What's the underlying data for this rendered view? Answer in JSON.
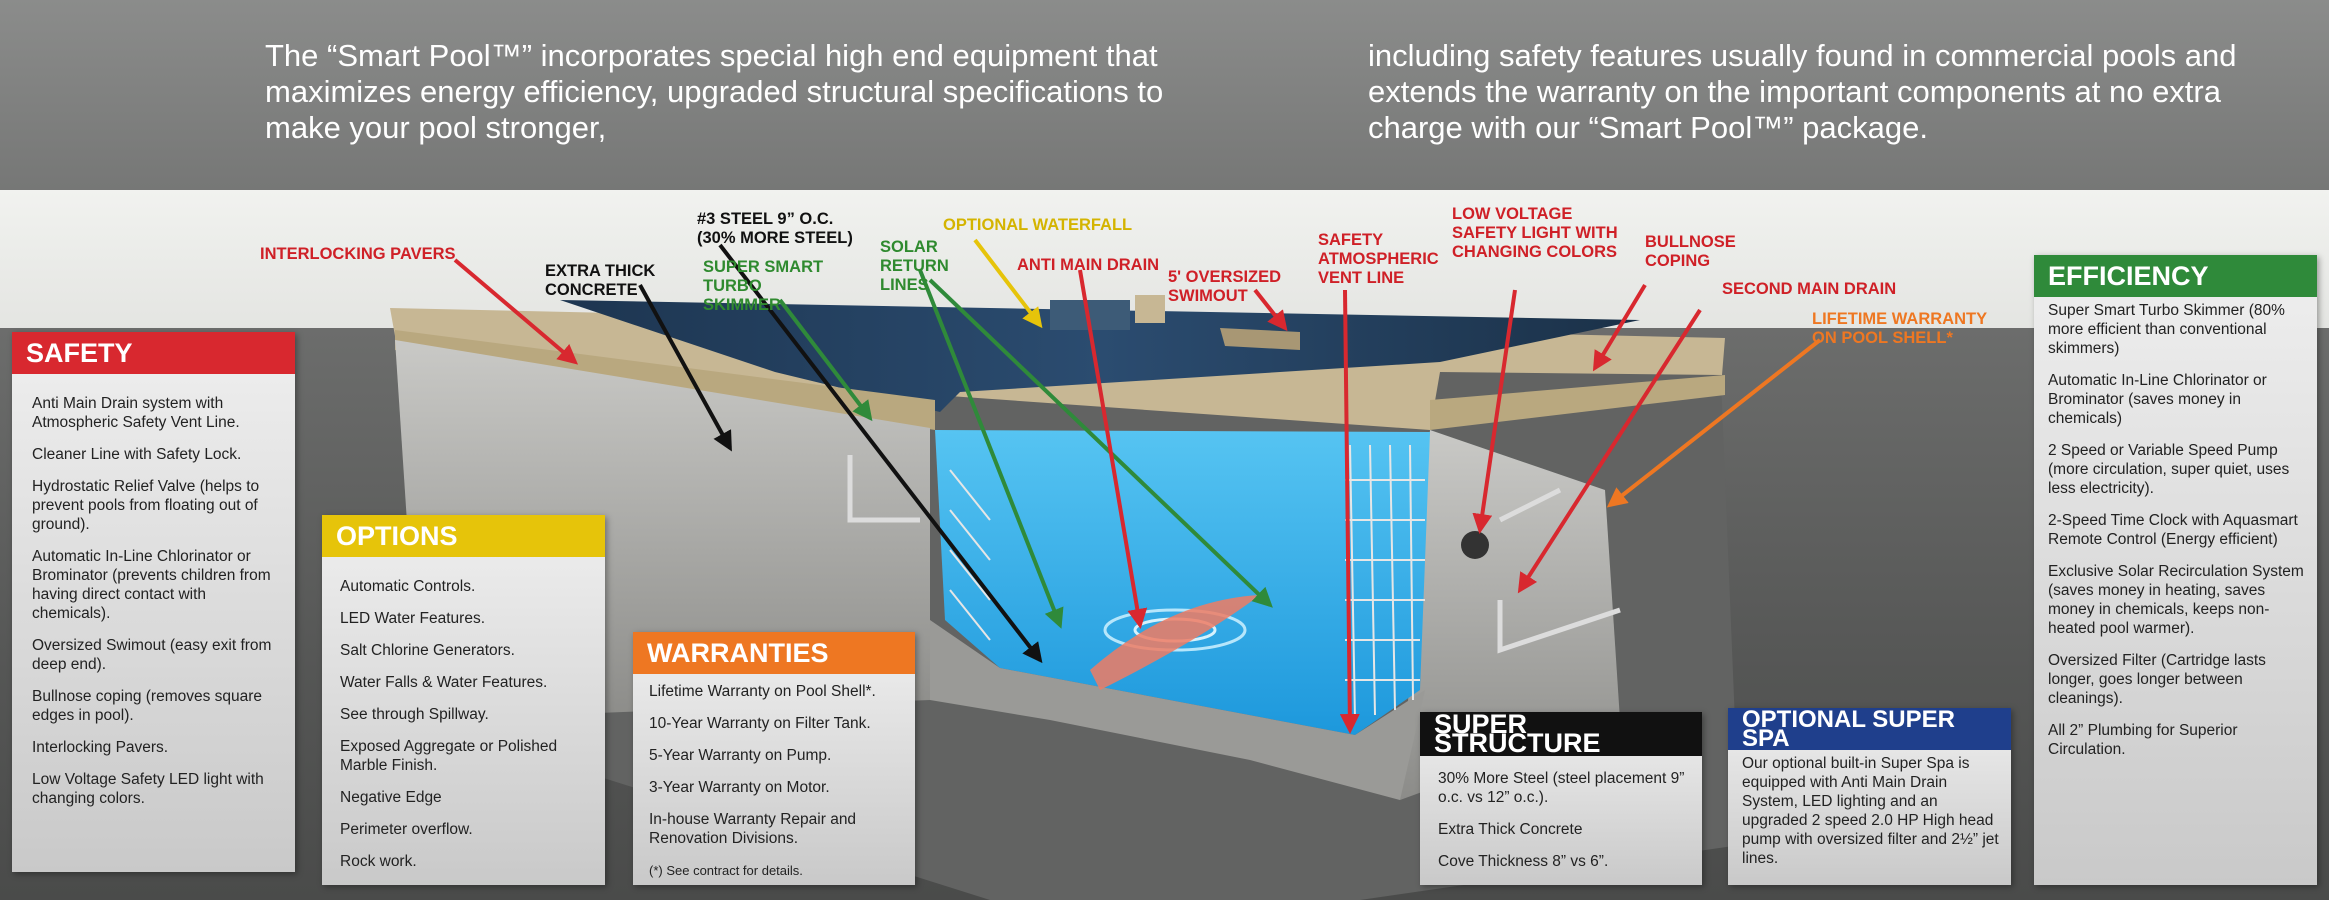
{
  "intro": {
    "left": "The “Smart Pool™” incorporates special high end equipment that maximizes energy efficiency, upgraded structural specifications to make your pool stronger,",
    "right": "including safety features usually found in commercial pools and extends the warranty on the important components at no extra charge with our “Smart Pool™” package."
  },
  "callouts": {
    "interlocking_pavers": "INTERLOCKING PAVERS",
    "extra_thick_concrete": "EXTRA THICK\nCONCRETE",
    "steel": "#3 STEEL 9” O.C.\n(30% MORE STEEL)",
    "skimmer": "SUPER SMART\nTURBO\nSKIMMER",
    "solar_return": "SOLAR\nRETURN\nLINES",
    "waterfall": "OPTIONAL WATERFALL",
    "anti_main_drain": "ANTI MAIN DRAIN",
    "swimout": "5' OVERSIZED\nSWIMOUT",
    "vent_line": "SAFETY\nATMOSPHERIC\nVENT LINE",
    "safety_light": "LOW VOLTAGE\nSAFETY LIGHT WITH\nCHANGING COLORS",
    "bullnose": "BULLNOSE\nCOPING",
    "second_main_drain": "SECOND MAIN DRAIN",
    "lifetime_warranty": "LIFETIME WARRANTY\nON POOL SHELL*"
  },
  "panels": {
    "safety": {
      "title": "SAFETY",
      "items": [
        "Anti Main Drain system with Atmospheric Safety Vent Line.",
        "Cleaner Line with Safety Lock.",
        "Hydrostatic Relief Valve (helps to prevent pools from floating out of ground).",
        "Automatic In-Line Chlorinator or Brominator (prevents children from having direct contact with chemicals).",
        "Oversized Swimout (easy exit from deep end).",
        "Bullnose coping (removes square edges in pool).",
        "Interlocking Pavers.",
        "Low Voltage Safety LED light with changing colors."
      ]
    },
    "options": {
      "title": "OPTIONS",
      "items": [
        "Automatic Controls.",
        "LED Water Features.",
        "Salt Chlorine Generators.",
        "Water Falls & Water Features.",
        "See through Spillway.",
        "Exposed Aggregate or Polished Marble Finish.",
        "Negative Edge",
        "Perimeter overflow.",
        "Rock work."
      ]
    },
    "warranties": {
      "title": "WARRANTIES",
      "items": [
        "Lifetime Warranty on Pool Shell*.",
        "10-Year Warranty on Filter Tank.",
        "5-Year Warranty on Pump.",
        "3-Year Warranty on Motor.",
        "In-house Warranty Repair and Renovation Divisions."
      ],
      "note": "(*) See contract for details."
    },
    "super_structure": {
      "title": "SUPER STRUCTURE",
      "items": [
        "30% More Steel (steel placement 9” o.c. vs 12” o.c.).",
        "Extra Thick Concrete",
        "Cove Thickness 8” vs 6”."
      ]
    },
    "super_spa": {
      "title": "OPTIONAL SUPER SPA",
      "text": "Our optional built-in Super Spa is equipped with Anti Main Drain System, LED lighting and an upgraded 2 speed 2.0 HP High head pump with oversized filter and 2½” jet lines."
    },
    "efficiency": {
      "title": "EFFICIENCY",
      "items": [
        "Super Smart Turbo Skimmer (80% more efficient than conventional skimmers)",
        "Automatic In-Line Chlorinator or Brominator (saves money in chemicals)",
        "2 Speed or Variable Speed Pump (more circulation, super quiet, uses less electricity).",
        "2-Speed Time Clock with Aquasmart Remote Control (Energy efficient)",
        "Exclusive Solar Recirculation System (saves money in heating, saves money in chemicals, keeps non-heated pool warmer).",
        "Oversized Filter (Cartridge lasts longer, goes longer between cleanings).",
        "All 2” Plumbing for Superior Circulation."
      ]
    }
  },
  "colors": {
    "red": "#d8282f",
    "yellow": "#e6c40a",
    "orange": "#ee7722",
    "black": "#111111",
    "navy": "#1f3f8c",
    "green": "#2f8a3a",
    "water": "#39b3ec"
  }
}
